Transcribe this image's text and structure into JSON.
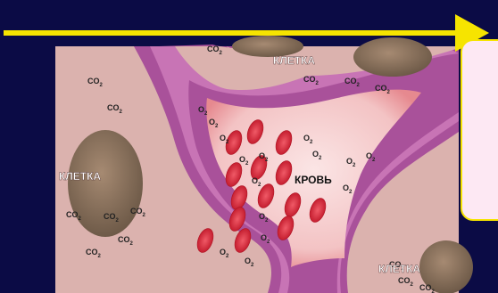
{
  "labels": {
    "cell": "КЛЕТКА",
    "blood": "КРОВЬ",
    "co2": "CO",
    "o2": "O",
    "subscript": "2"
  },
  "colors": {
    "background": "#0b0b45",
    "arrow": "#f6e400",
    "tissue": "#dbb4b0",
    "membrane": "#a9519a",
    "blood_vessel": "#f3c7c8",
    "red_cell": "#d42a3a",
    "cell_body": "#8d7560",
    "side_box": "#fde8f3"
  },
  "icons": [
    "yellow-arrow",
    "red-blood-cell",
    "cell-nucleus"
  ]
}
